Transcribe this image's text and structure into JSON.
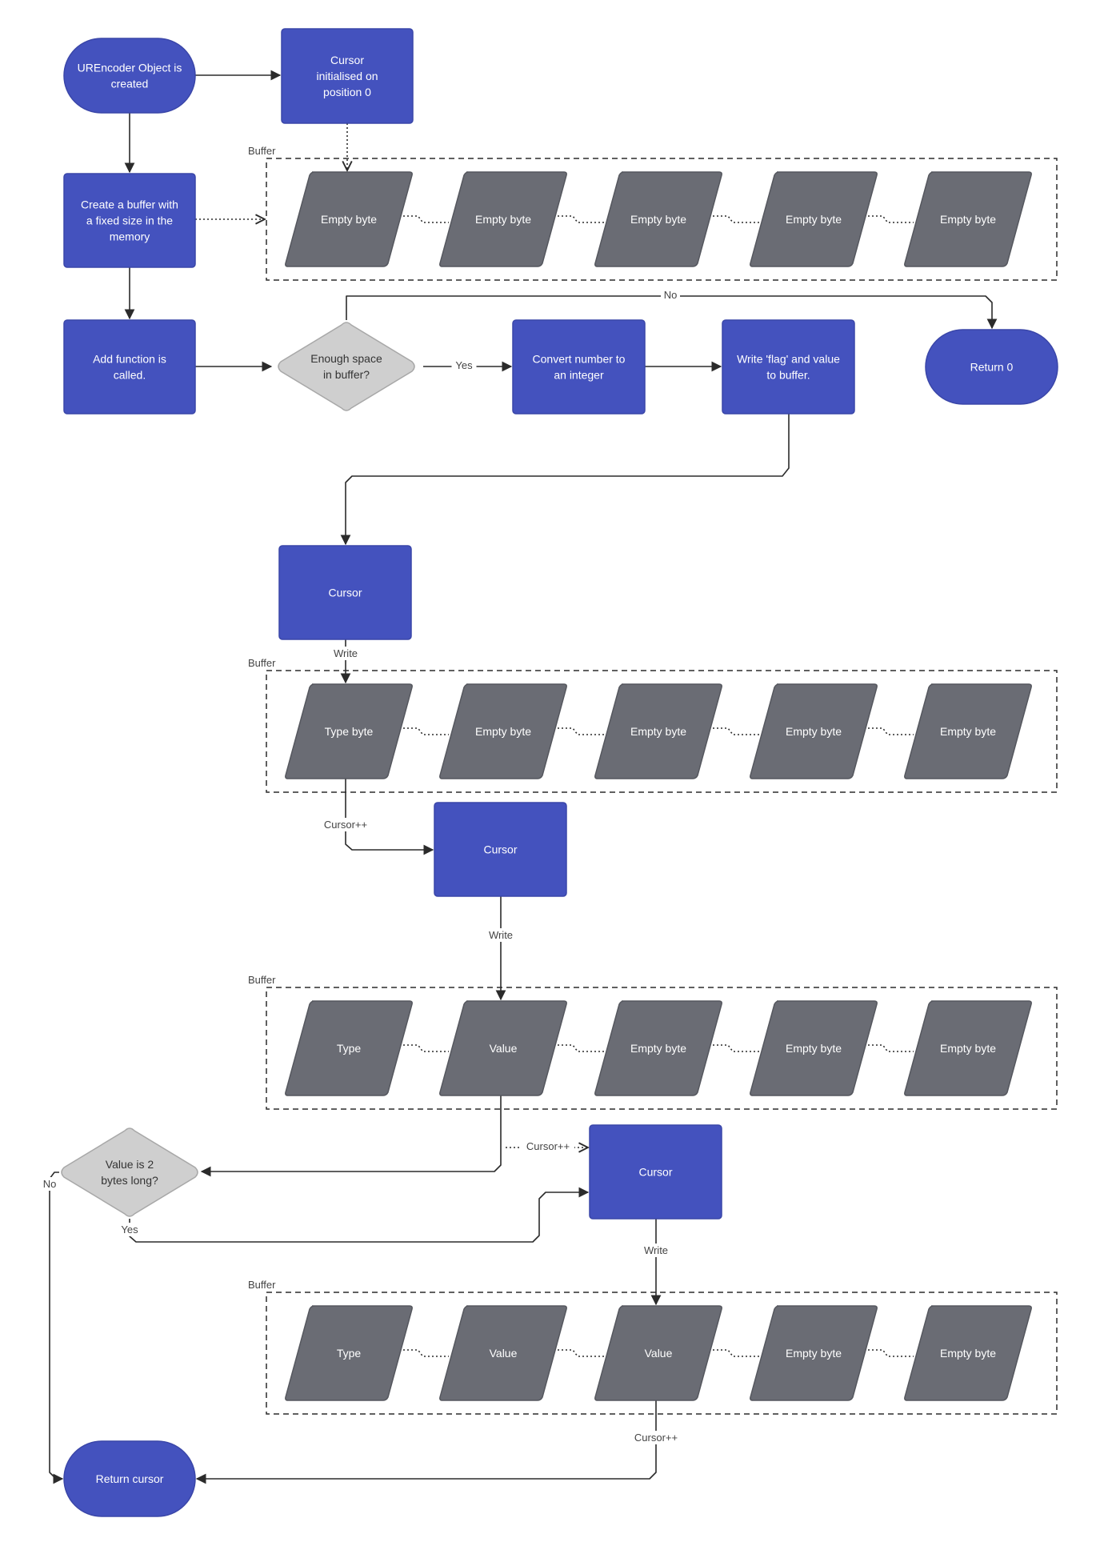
{
  "colors": {
    "process": "#4452BE",
    "process_stroke": "#3A46A8",
    "byte": "#6A6C74",
    "byte_stroke": "#55575E",
    "decision": "#CFCFCF",
    "decision_stroke": "#A8A8A8",
    "line": "#2B2B2B"
  },
  "start": {
    "label": [
      "UREncoder Object is",
      "created"
    ]
  },
  "cursor_init": {
    "label": [
      "Cursor",
      "initialised on",
      "position 0"
    ]
  },
  "create_buffer": {
    "label": [
      "Create a buffer with",
      "a fixed size in the",
      "memory"
    ]
  },
  "add_function": {
    "label": [
      "Add function is",
      "called."
    ]
  },
  "enough_space": {
    "label": [
      "Enough space",
      "in buffer?"
    ]
  },
  "convert": {
    "label": [
      "Convert number to",
      "an integer"
    ]
  },
  "write_flag": {
    "label": [
      "Write 'flag' and value",
      "to buffer."
    ]
  },
  "return_zero": {
    "label": [
      "Return 0"
    ]
  },
  "cursor_a": {
    "label": [
      "Cursor"
    ]
  },
  "cursor_b": {
    "label": [
      "Cursor"
    ]
  },
  "cursor_c": {
    "label": [
      "Cursor"
    ]
  },
  "value_2_bytes": {
    "label": [
      "Value is 2",
      "bytes long?"
    ]
  },
  "return_cursor": {
    "label": [
      "Return cursor"
    ]
  },
  "buffers": [
    {
      "label": "Buffer",
      "bytes": [
        "Empty byte",
        "Empty byte",
        "Empty byte",
        "Empty byte",
        "Empty byte"
      ]
    },
    {
      "label": "Buffer",
      "bytes": [
        "Type byte",
        "Empty byte",
        "Empty byte",
        "Empty byte",
        "Empty byte"
      ]
    },
    {
      "label": "Buffer",
      "bytes": [
        "Type",
        "Value",
        "Empty byte",
        "Empty byte",
        "Empty byte"
      ]
    },
    {
      "label": "Buffer",
      "bytes": [
        "Type",
        "Value",
        "Value",
        "Empty byte",
        "Empty byte"
      ]
    }
  ],
  "edge_labels": {
    "no": "No",
    "yes": "Yes",
    "write": "Write",
    "cursor_inc": "Cursor++"
  }
}
